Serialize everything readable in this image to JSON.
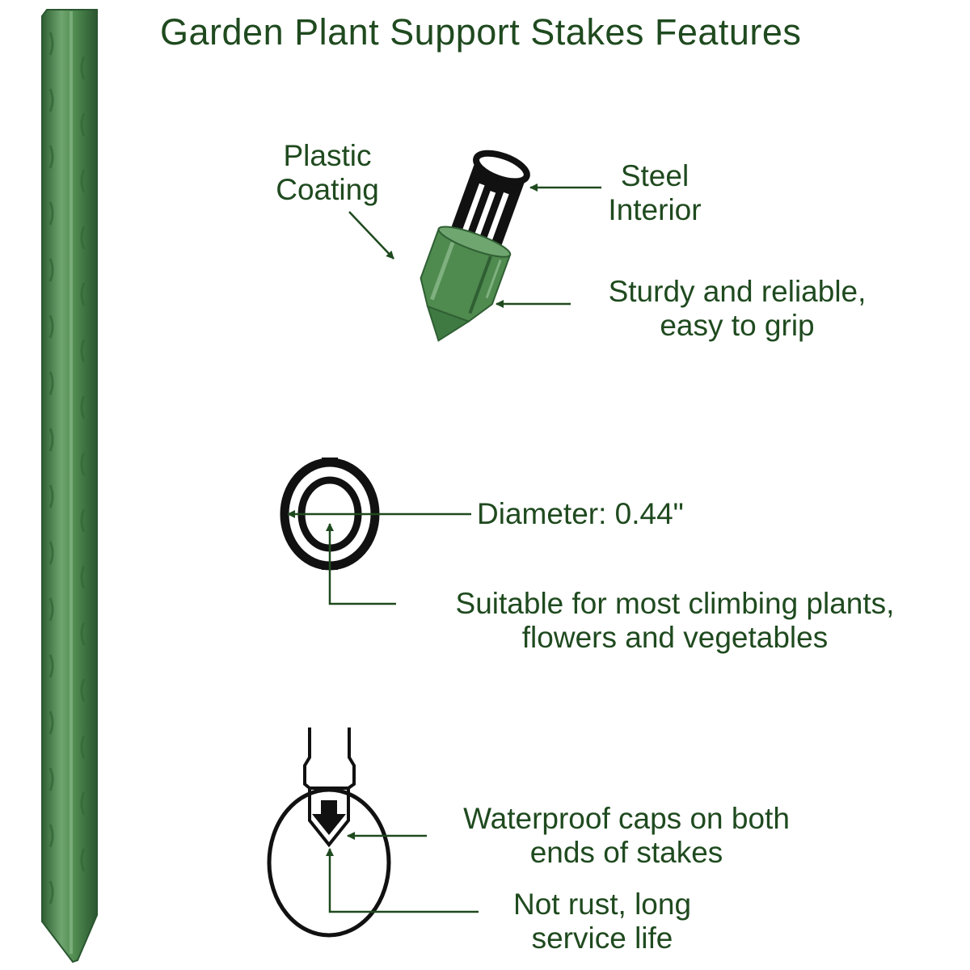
{
  "title": "Garden Plant Support Stakes Features",
  "callouts": {
    "plastic_coating": [
      "Plastic",
      "Coating"
    ],
    "steel_interior": [
      "Steel",
      "Interior"
    ],
    "sturdy": [
      "Sturdy and reliable,",
      "easy to grip"
    ],
    "diameter": "Diameter: 0.44\"",
    "suitable": [
      "Suitable for most climbing plants,",
      "flowers and vegetables"
    ],
    "waterproof": [
      "Waterproof caps on both",
      "ends of stakes"
    ],
    "not_rust": [
      "Not rust, long",
      "service life"
    ]
  },
  "colors": {
    "text": "#1f4a1f",
    "stake_green": "#4f8a4f",
    "stake_dark": "#2f5f33",
    "stake_light": "#7fb07f",
    "outline": "#111111"
  },
  "icons": {
    "stake": "green-garden-stake-icon",
    "cutaway": "stake-tip-cutaway-icon",
    "cross_section": "cross-section-ring-icon",
    "cap": "waterproof-cap-icon"
  }
}
